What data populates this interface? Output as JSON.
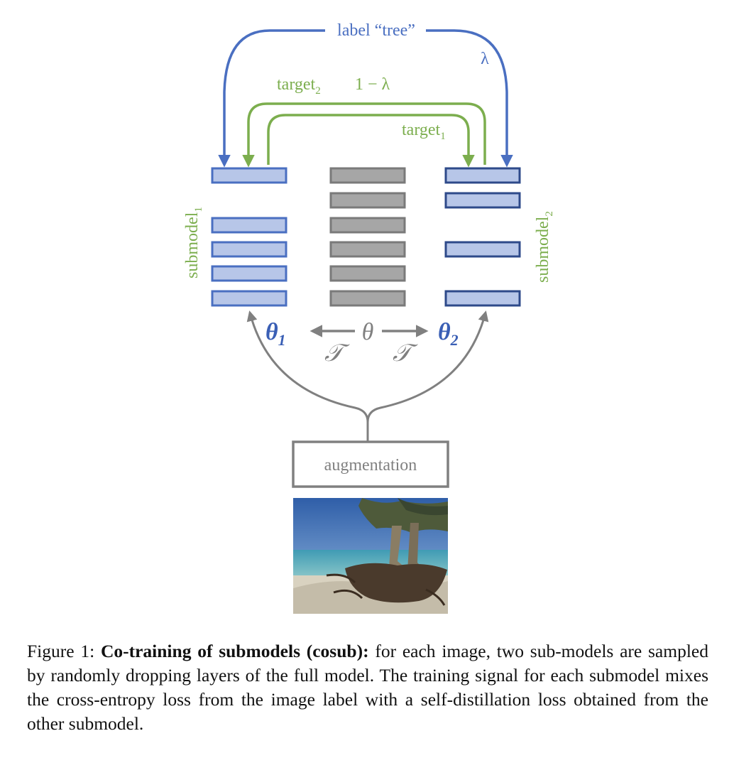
{
  "figure": {
    "label_tree": "label “tree”",
    "lambda": "λ",
    "target2": "target",
    "target2_sub": "2",
    "one_minus_lambda": "1 − λ",
    "target1": "target",
    "target1_sub": "1",
    "submodel1": "submodel",
    "submodel1_sub": "1",
    "submodel2": "submodel",
    "submodel2_sub": "2",
    "theta1": "θ",
    "theta1_sub": "1",
    "theta": "θ",
    "theta2": "θ",
    "theta2_sub": "2",
    "transform_left": "𝒯",
    "transform_right": "𝒯",
    "augmentation": "augmentation",
    "colors": {
      "blue": "#4a6fc1",
      "dark_blue": "#2e4a8a",
      "green": "#7cae4e",
      "gray": "#808080",
      "fill_blue": "#b7c6e8",
      "fill_gray": "#a6a6a6"
    }
  },
  "caption": {
    "prefix": "Figure 1: ",
    "bold": "Co-training of submodels (cosub):",
    "text": " for each image, two sub-models are sampled by randomly dropping layers of the full model. The training signal for each submodel mixes the cross-entropy loss from the image label with a self-distillation loss obtained from the other submodel."
  }
}
